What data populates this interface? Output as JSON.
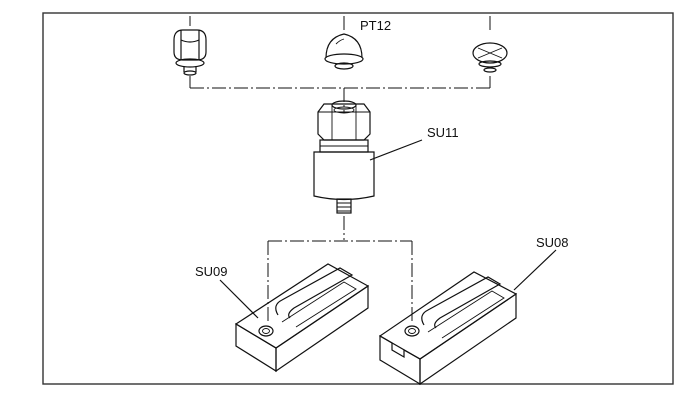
{
  "labels": {
    "pt12": "PT12",
    "su11": "SU11",
    "su09": "SU09",
    "su08": "SU08"
  },
  "colors": {
    "line": "#111111",
    "frame": "#333333",
    "body_gray": "#d2d2d2",
    "nut_gray": "#e6e6e6",
    "paper": "#ffffff"
  }
}
